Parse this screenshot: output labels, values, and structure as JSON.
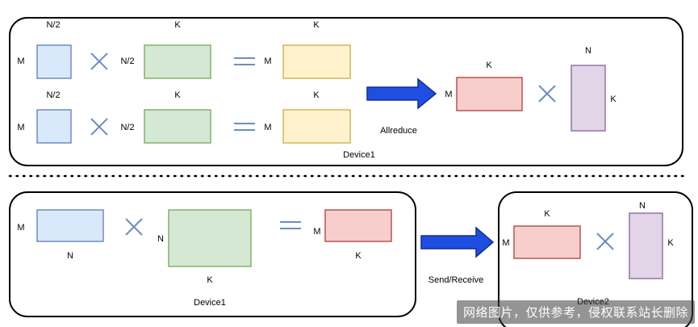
{
  "colors": {
    "blue_fill": "#dae8fc",
    "blue_stroke": "#6c8ebf",
    "green_fill": "#d5e8d4",
    "green_stroke": "#82b366",
    "yellow_fill": "#fff2cc",
    "yellow_stroke": "#d6b656",
    "red_fill": "#f8cecc",
    "red_stroke": "#b85450",
    "purple_fill": "#e1d5e7",
    "purple_stroke": "#9673a6",
    "arrow": "#1f4fe0",
    "operator": "#6c8ebf"
  },
  "top": {
    "row1": {
      "a_top": "N/2",
      "a_left": "M",
      "b_top": "K",
      "b_left": "N/2",
      "c_top": "K",
      "c_left": "M"
    },
    "row2": {
      "a_top": "N/2",
      "a_left": "M",
      "b_top": "K",
      "b_left": "N/2",
      "c_top": "K",
      "c_left": "M"
    },
    "arrow_label": "Allreduce",
    "device_label": "Device1",
    "result_top": "K",
    "result_left": "M",
    "weight_top": "N",
    "weight_right": "K"
  },
  "bottom": {
    "input_left": "M",
    "input_bottom": "N",
    "weight_left": "N",
    "weight_bottom": "K",
    "output_left": "M",
    "output_bottom": "K",
    "device_label": "Device1",
    "arrow_label": "Send/Receive",
    "device2_label": "Device2",
    "recv_top": "K",
    "recv_left": "M",
    "weight2_top": "N",
    "weight2_right": "K"
  },
  "watermark": "网络图片，仅供参考，侵权联系站长删除"
}
